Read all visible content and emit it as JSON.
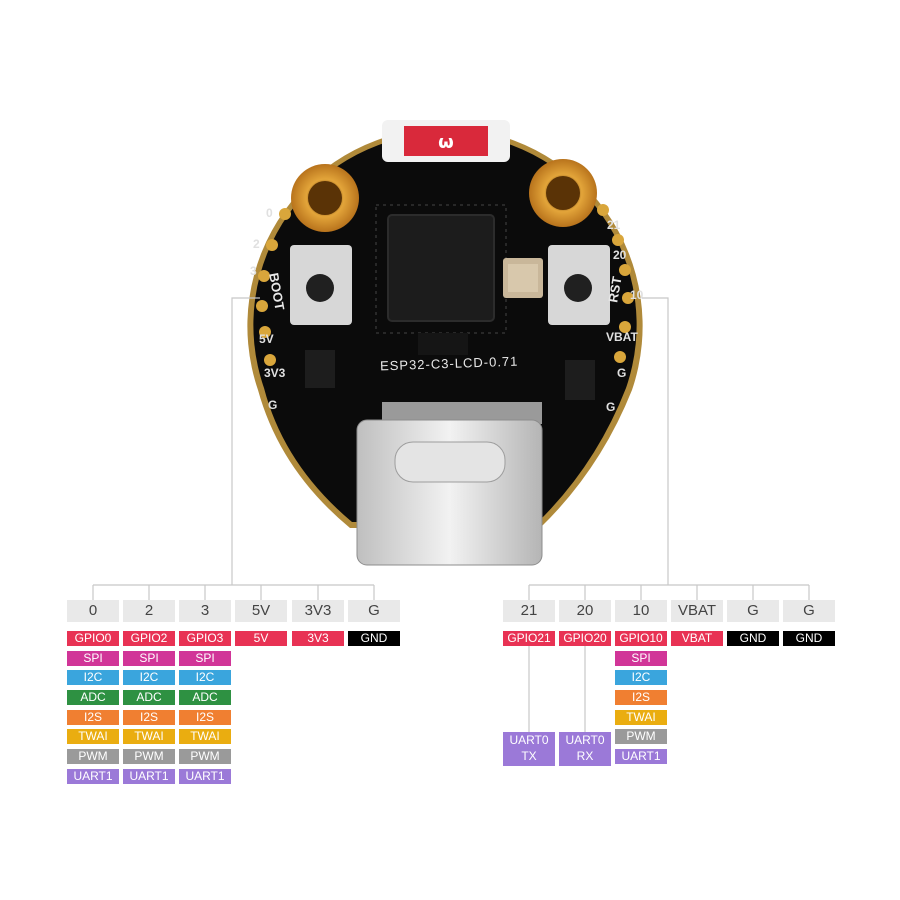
{
  "board": {
    "model_label": "ESP32-C3-LCD-0.71",
    "boot_label": "BOOT",
    "rst_label": "RST",
    "silk_pin_labels": [
      "0",
      "2",
      "3",
      "5V",
      "3V3",
      "G",
      "21",
      "20",
      "10",
      "VBAT",
      "G",
      "G"
    ]
  },
  "colors": {
    "GPIO": "#e83254",
    "SPI": "#d13598",
    "I2C": "#3aa5dd",
    "ADC": "#2e9142",
    "I2S": "#f07f31",
    "TWAI": "#eaad10",
    "PWM": "#9a9a9a",
    "UART": "#9b79d8",
    "POWER": "#e83254",
    "GND": "#000000",
    "header": "#e9e9e9"
  },
  "pins": [
    {
      "header": "0",
      "tags": [
        {
          "text": "GPIO0",
          "kind": "GPIO"
        },
        {
          "text": "SPI",
          "kind": "SPI"
        },
        {
          "text": "I2C",
          "kind": "I2C"
        },
        {
          "text": "ADC",
          "kind": "ADC"
        },
        {
          "text": "I2S",
          "kind": "I2S"
        },
        {
          "text": "TWAI",
          "kind": "TWAI"
        },
        {
          "text": "PWM",
          "kind": "PWM"
        },
        {
          "text": "UART1",
          "kind": "UART"
        }
      ]
    },
    {
      "header": "2",
      "tags": [
        {
          "text": "GPIO2",
          "kind": "GPIO"
        },
        {
          "text": "SPI",
          "kind": "SPI"
        },
        {
          "text": "I2C",
          "kind": "I2C"
        },
        {
          "text": "ADC",
          "kind": "ADC"
        },
        {
          "text": "I2S",
          "kind": "I2S"
        },
        {
          "text": "TWAI",
          "kind": "TWAI"
        },
        {
          "text": "PWM",
          "kind": "PWM"
        },
        {
          "text": "UART1",
          "kind": "UART"
        }
      ]
    },
    {
      "header": "3",
      "tags": [
        {
          "text": "GPIO3",
          "kind": "GPIO"
        },
        {
          "text": "SPI",
          "kind": "SPI"
        },
        {
          "text": "I2C",
          "kind": "I2C"
        },
        {
          "text": "ADC",
          "kind": "ADC"
        },
        {
          "text": "I2S",
          "kind": "I2S"
        },
        {
          "text": "TWAI",
          "kind": "TWAI"
        },
        {
          "text": "PWM",
          "kind": "PWM"
        },
        {
          "text": "UART1",
          "kind": "UART"
        }
      ]
    },
    {
      "header": "5V",
      "tags": [
        {
          "text": "5V",
          "kind": "POWER"
        }
      ]
    },
    {
      "header": "3V3",
      "tags": [
        {
          "text": "3V3",
          "kind": "POWER"
        }
      ]
    },
    {
      "header": "G",
      "tags": [
        {
          "text": "GND",
          "kind": "GND"
        }
      ]
    },
    {
      "header": "21",
      "tags": [
        {
          "text": "GPIO21",
          "kind": "GPIO"
        }
      ]
    },
    {
      "header": "20",
      "tags": [
        {
          "text": "GPIO20",
          "kind": "GPIO"
        }
      ]
    },
    {
      "header": "10",
      "tags": [
        {
          "text": "GPIO10",
          "kind": "GPIO"
        },
        {
          "text": "SPI",
          "kind": "SPI"
        },
        {
          "text": "I2C",
          "kind": "I2C"
        },
        {
          "text": "I2S",
          "kind": "I2S"
        },
        {
          "text": "TWAI",
          "kind": "TWAI"
        },
        {
          "text": "PWM",
          "kind": "PWM"
        },
        {
          "text": "UART1",
          "kind": "UART"
        }
      ]
    },
    {
      "header": "VBAT",
      "tags": [
        {
          "text": "VBAT",
          "kind": "POWER"
        }
      ]
    },
    {
      "header": "G",
      "tags": [
        {
          "text": "GND",
          "kind": "GND"
        }
      ]
    },
    {
      "header": "G",
      "tags": [
        {
          "text": "GND",
          "kind": "GND"
        }
      ]
    }
  ],
  "uart_labels": [
    {
      "line1": "UART0",
      "line2": "TX"
    },
    {
      "line1": "UART0",
      "line2": "RX"
    }
  ]
}
